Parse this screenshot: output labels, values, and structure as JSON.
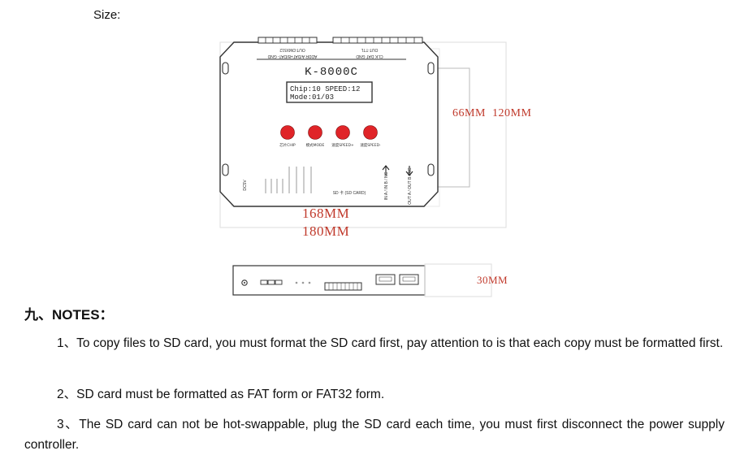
{
  "size_label": "Size:",
  "device": {
    "model": "K-8000C",
    "display_line1": "Chip:10  SPEED:12",
    "display_line2": "Mode:01/03",
    "top_label_left_upper": "ADDR  A/DAT+B/DAT-  GND",
    "top_label_left_lower": "OUT-DMX512",
    "top_label_right_upper": "CLK   DAT   GND",
    "top_label_right_lower": "OUT-TTL",
    "buttons": [
      {
        "label": "芯片CHIP",
        "color": "#e02428"
      },
      {
        "label": "模式MODE",
        "color": "#e02428"
      },
      {
        "label": "速度SPEED+",
        "color": "#e02428"
      },
      {
        "label": "速度SPEED-",
        "color": "#e02428"
      }
    ],
    "bottom_dc": "DC5V",
    "bottom_sd": "SD 卡 (SD CARD)",
    "bottom_in": "IN A / IN B / NC",
    "bottom_out": "OUT A / OUT B / NC"
  },
  "dimensions": {
    "height_inner": "66MM",
    "height_outer": "120MM",
    "width_inner": "168MM",
    "width_outer": "180MM",
    "depth": "30MM"
  },
  "notes": {
    "title": "九、NOTES：",
    "items": [
      "1、To copy files to SD card, you must format the SD card first, pay attention to is that each copy must be formatted first.",
      "2、SD card must be formatted as FAT form or FAT32 form.",
      "3、The SD card can not be hot-swappable, plug the SD card each time, you must first disconnect the power supply controller."
    ]
  },
  "colors": {
    "dimension_text": "#c0392b",
    "button_red": "#e02428"
  }
}
